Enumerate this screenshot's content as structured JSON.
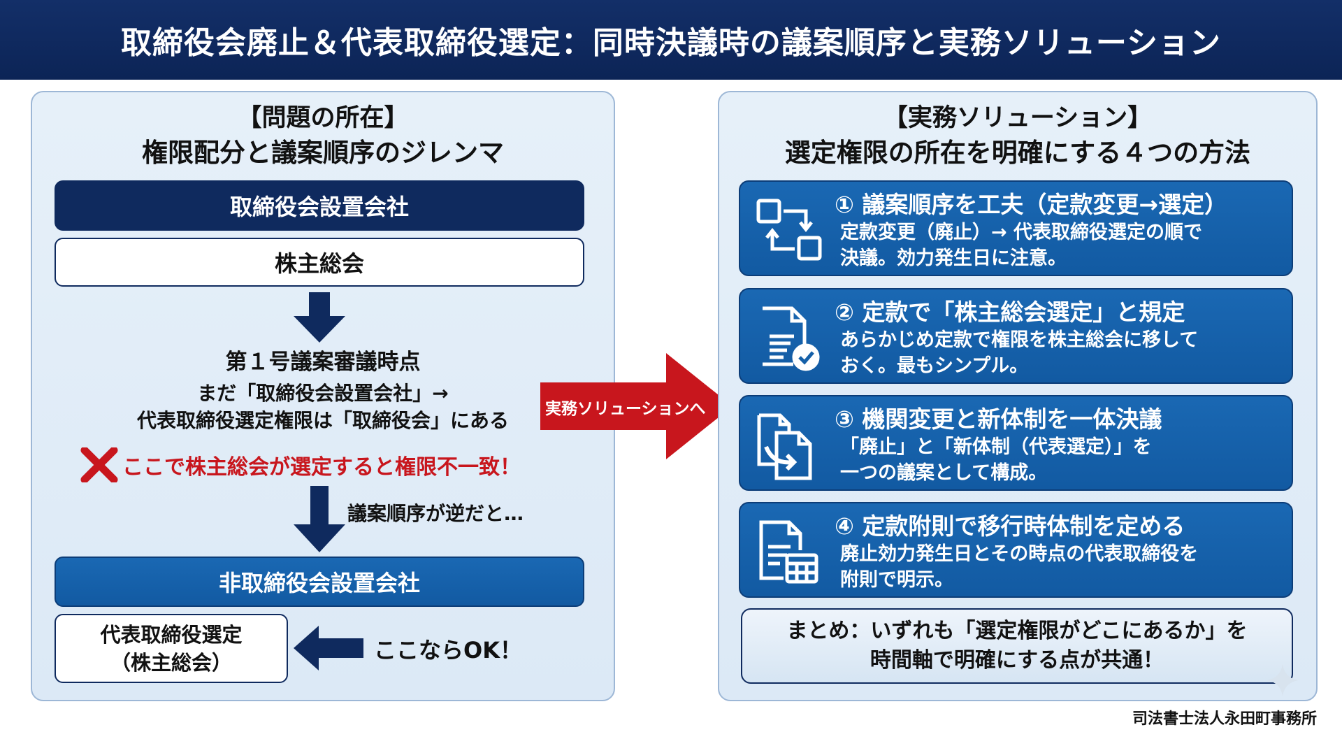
{
  "title": "取締役会廃止＆代表取締役選定：同時決議時の議案順序と実務ソリューション",
  "left": {
    "heading1": "【問題の所在】",
    "heading2": "権限配分と議案順序のジレンマ",
    "box_board": "取締役会設置会社",
    "box_shareholders": "株主総会",
    "point_title": "第１号議案審議時点",
    "point_line1": "まだ「取締役会設置会社」→",
    "point_line2": "代表取締役選定権限は「取締役会」にある",
    "warning": "ここで株主総会が選定すると権限不一致！",
    "reverse_note": "議案順序が逆だと…",
    "box_non_board": "非取締役会設置会社",
    "selection_line1": "代表取締役選定",
    "selection_line2": "（株主総会）",
    "ok_note": "ここならOK！"
  },
  "bridge_label": "実務ソリューションへ",
  "right": {
    "heading1": "【実務ソリューション】",
    "heading2": "選定権限の所在を明確にする４つの方法",
    "cards": [
      {
        "title": "① 議案順序を工夫（定款変更→選定）",
        "line1": "定款変更（廃止）→ 代表取締役選定の順で",
        "line2": "決議。効力発生日に注意。",
        "icon": "reorder-icon"
      },
      {
        "title": "② 定款で「株主総会選定」と規定",
        "line1": "あらかじめ定款で権限を株主総会に移して",
        "line2": "おく。最もシンプル。",
        "icon": "document-check-icon"
      },
      {
        "title": "③ 機関変更と新体制を一体決議",
        "line1": "「廃止」と「新体制（代表選定）」を",
        "line2": "一つの議案として構成。",
        "icon": "documents-merge-icon"
      },
      {
        "title": "④ 定款附則で移行時体制を定める",
        "line1": "廃止効力発生日とその時点の代表取締役を",
        "line2": "附則で明示。",
        "icon": "document-calendar-icon"
      }
    ],
    "summary_line1": "まとめ：いずれも「選定権限がどこにあるか」を",
    "summary_line2": "時間軸で明確にする点が共通！"
  },
  "footer": "司法書士法人永田町事務所",
  "colors": {
    "navy": "#0f2a5e",
    "blue": "#1560a8",
    "red": "#c8161d"
  }
}
